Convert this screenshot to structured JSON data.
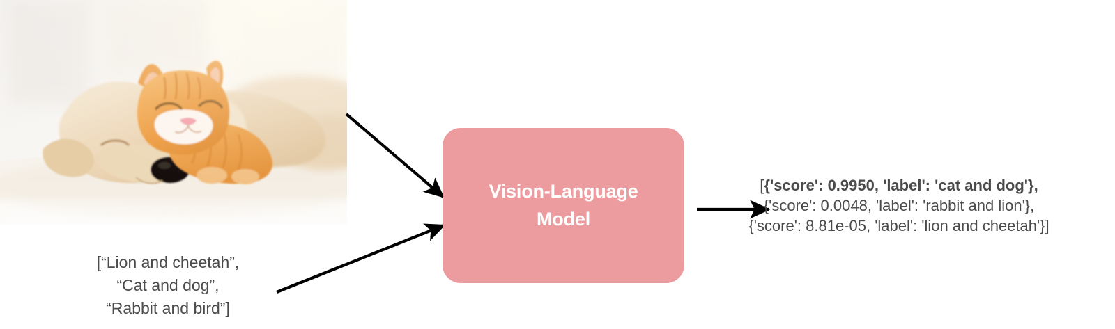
{
  "diagram": {
    "title": "Vision-Language Model zero-shot image classification pipeline",
    "accent_color": "#ec9b9f",
    "text_color": "#4b4b4b",
    "arrow_color": "#000000",
    "background": "#ffffff"
  },
  "input_image": {
    "alt": "Photo of a sleeping cream puppy and an orange tabby kitten cuddling on a white blanket",
    "subjects": [
      "puppy",
      "kitten"
    ]
  },
  "prompt": {
    "lines": [
      "[“Lion and cheetah”,",
      "“Cat and dog”,",
      "“Rabbit and bird”]"
    ],
    "items": [
      "Lion and cheetah",
      "Cat and dog",
      "Rabbit and bird"
    ]
  },
  "model": {
    "label": "Vision-Language\nModel",
    "label_line1": "Vision-Language",
    "label_line2": "Model"
  },
  "output": {
    "open_bracket": "[",
    "lines": [
      "{'score': 0.9950, 'label': 'cat and dog'},",
      "{'score': 0.0048, 'label': 'rabbit and lion'},",
      "{'score': 8.81e-05, 'label': 'lion and cheetah'}]"
    ],
    "predictions": [
      {
        "score": "0.9950",
        "label": "cat and dog",
        "emphasis": "bold"
      },
      {
        "score": "0.0048",
        "label": "rabbit and lion",
        "emphasis": "normal"
      },
      {
        "score": "8.81e-05",
        "label": "lion and cheetah",
        "emphasis": "normal"
      }
    ]
  },
  "arrows": {
    "image_to_model": "image-to-model-arrow",
    "prompt_to_model": "prompt-to-model-arrow",
    "model_to_output": "model-to-output-arrow"
  }
}
